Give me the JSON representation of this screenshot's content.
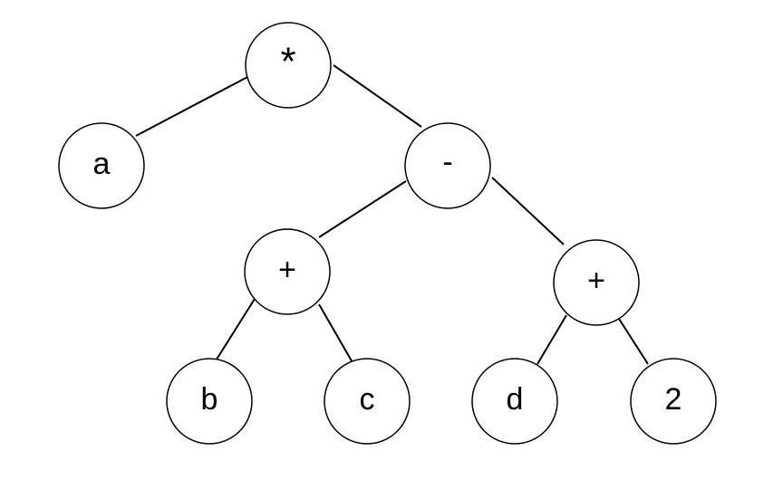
{
  "diagram": {
    "nodes": [
      {
        "id": "n-times",
        "label": "*"
      },
      {
        "id": "n-a",
        "label": "a"
      },
      {
        "id": "n-minus",
        "label": "-"
      },
      {
        "id": "n-plus-left",
        "label": "+"
      },
      {
        "id": "n-plus-right",
        "label": "+"
      },
      {
        "id": "n-b",
        "label": "b"
      },
      {
        "id": "n-c",
        "label": "c"
      },
      {
        "id": "n-d",
        "label": "d"
      },
      {
        "id": "n-2",
        "label": "2"
      }
    ],
    "edges": [
      {
        "from": "n-times",
        "to": "n-a"
      },
      {
        "from": "n-times",
        "to": "n-minus"
      },
      {
        "from": "n-minus",
        "to": "n-plus-left"
      },
      {
        "from": "n-minus",
        "to": "n-plus-right"
      },
      {
        "from": "n-plus-left",
        "to": "n-b"
      },
      {
        "from": "n-plus-left",
        "to": "n-c"
      },
      {
        "from": "n-plus-right",
        "to": "n-d"
      },
      {
        "from": "n-plus-right",
        "to": "n-2"
      }
    ]
  }
}
